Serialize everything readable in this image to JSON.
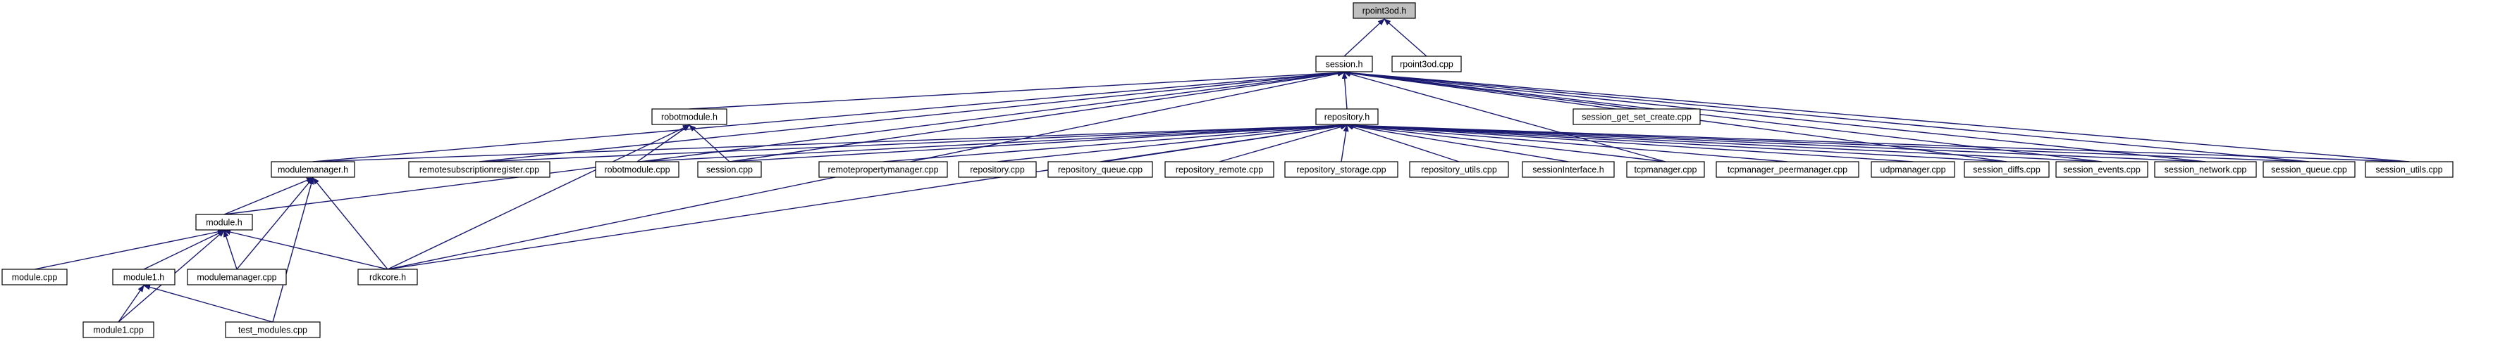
{
  "colors": {
    "edge": "#191970",
    "root_fill": "#bfbfbf",
    "node_fill": "#ffffff",
    "node_border": "#000000"
  },
  "root": "rpoint3od.h",
  "nodes": {
    "rpoint3od_h": "rpoint3od.h",
    "session_h": "session.h",
    "rpoint3od_cpp": "rpoint3od.cpp",
    "robotmodule_h": "robotmodule.h",
    "repository_h": "repository.h",
    "session_get_set_create_cpp": "session_get_set_create.cpp",
    "modulemanager_h": "modulemanager.h",
    "remotesubscriptionregister_cpp": "remotesubscriptionregister.cpp",
    "robotmodule_cpp": "robotmodule.cpp",
    "session_cpp": "session.cpp",
    "remotepropertymanager_cpp": "remotepropertymanager.cpp",
    "repository_cpp": "repository.cpp",
    "repository_queue_cpp": "repository_queue.cpp",
    "repository_remote_cpp": "repository_remote.cpp",
    "repository_storage_cpp": "repository_storage.cpp",
    "repository_utils_cpp": "repository_utils.cpp",
    "sessioninterface_h": "sessionInterface.h",
    "tcpmanager_cpp": "tcpmanager.cpp",
    "tcpmanager_peermanager_cpp": "tcpmanager_peermanager.cpp",
    "udpmanager_cpp": "udpmanager.cpp",
    "session_diffs_cpp": "session_diffs.cpp",
    "session_events_cpp": "session_events.cpp",
    "session_network_cpp": "session_network.cpp",
    "session_queue_cpp": "session_queue.cpp",
    "session_utils_cpp": "session_utils.cpp",
    "module_h": "module.h",
    "module_cpp": "module.cpp",
    "module1_h": "module1.h",
    "modulemanager_cpp": "modulemanager.cpp",
    "rdkcore_h": "rdkcore.h",
    "module1_cpp": "module1.cpp",
    "test_modules_cpp": "test_modules.cpp"
  },
  "edges": [
    [
      "session_h",
      "rpoint3od_h"
    ],
    [
      "rpoint3od_cpp",
      "rpoint3od_h"
    ],
    [
      "robotmodule_h",
      "session_h"
    ],
    [
      "repository_h",
      "session_h"
    ],
    [
      "session_get_set_create_cpp",
      "session_h"
    ],
    [
      "modulemanager_h",
      "session_h"
    ],
    [
      "remotesubscriptionregister_cpp",
      "session_h"
    ],
    [
      "session_cpp",
      "session_h"
    ],
    [
      "module_h",
      "session_h"
    ],
    [
      "rdkcore_h",
      "session_h"
    ],
    [
      "session_diffs_cpp",
      "session_h"
    ],
    [
      "session_events_cpp",
      "session_h"
    ],
    [
      "session_network_cpp",
      "session_h"
    ],
    [
      "session_queue_cpp",
      "session_h"
    ],
    [
      "session_utils_cpp",
      "session_h"
    ],
    [
      "tcpmanager_cpp",
      "session_h"
    ],
    [
      "robotmodule_cpp",
      "robotmodule_h"
    ],
    [
      "session_cpp",
      "robotmodule_h"
    ],
    [
      "rdkcore_h",
      "robotmodule_h"
    ],
    [
      "modulemanager_h",
      "repository_h"
    ],
    [
      "remotesubscriptionregister_cpp",
      "repository_h"
    ],
    [
      "robotmodule_cpp",
      "repository_h"
    ],
    [
      "session_cpp",
      "repository_h"
    ],
    [
      "remotepropertymanager_cpp",
      "repository_h"
    ],
    [
      "repository_cpp",
      "repository_h"
    ],
    [
      "repository_queue_cpp",
      "repository_h"
    ],
    [
      "repository_remote_cpp",
      "repository_h"
    ],
    [
      "repository_storage_cpp",
      "repository_h"
    ],
    [
      "repository_utils_cpp",
      "repository_h"
    ],
    [
      "sessioninterface_h",
      "repository_h"
    ],
    [
      "tcpmanager_cpp",
      "repository_h"
    ],
    [
      "tcpmanager_peermanager_cpp",
      "repository_h"
    ],
    [
      "udpmanager_cpp",
      "repository_h"
    ],
    [
      "session_diffs_cpp",
      "repository_h"
    ],
    [
      "session_events_cpp",
      "repository_h"
    ],
    [
      "session_network_cpp",
      "repository_h"
    ],
    [
      "session_queue_cpp",
      "repository_h"
    ],
    [
      "session_utils_cpp",
      "repository_h"
    ],
    [
      "rdkcore_h",
      "repository_h"
    ],
    [
      "module_h",
      "modulemanager_h"
    ],
    [
      "modulemanager_cpp",
      "modulemanager_h"
    ],
    [
      "rdkcore_h",
      "modulemanager_h"
    ],
    [
      "test_modules_cpp",
      "modulemanager_h"
    ],
    [
      "module_cpp",
      "module_h"
    ],
    [
      "module1_h",
      "module_h"
    ],
    [
      "modulemanager_cpp",
      "module_h"
    ],
    [
      "rdkcore_h",
      "module_h"
    ],
    [
      "module1_cpp",
      "module_h"
    ],
    [
      "module1_cpp",
      "module1_h"
    ],
    [
      "test_modules_cpp",
      "module1_h"
    ]
  ]
}
